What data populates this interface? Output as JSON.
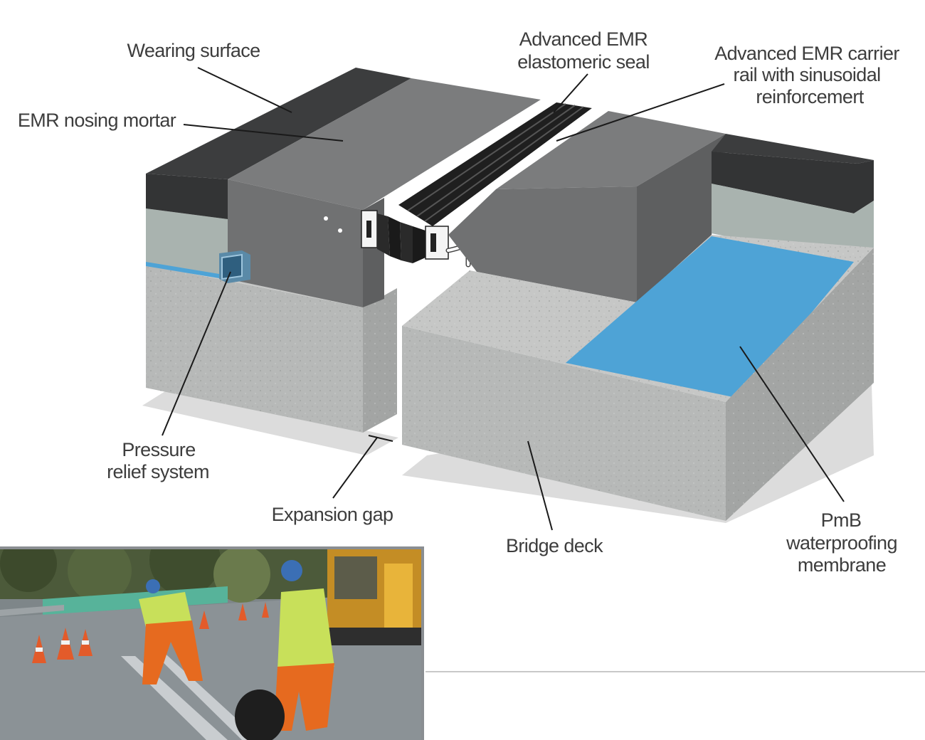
{
  "labels": {
    "wearing_surface": "Wearing surface",
    "nosing_mortar": "EMR nosing mortar",
    "seal_line1": "Advanced EMR",
    "seal_line2": "elastomeric seal",
    "rail_line1": "Advanced EMR carrier",
    "rail_line2": "rail with sinusoidal",
    "rail_line3": "reinforcemert",
    "pressure_line1": "Pressure",
    "pressure_line2": "relief system",
    "expansion_gap": "Expansion gap",
    "bridge_deck": "Bridge deck",
    "pmb_line1": "PmB",
    "pmb_line2": "waterproofing",
    "pmb_line3": "membrane"
  },
  "colors": {
    "concrete": "#b7b9b8",
    "concrete_dark": "#a3a5a4",
    "concrete_top": "#c6c7c6",
    "mortar": "#707172",
    "mortar_top": "#7b7c7d",
    "mortar_side": "#5e5f60",
    "wearing": "#3c3d3e",
    "wearing_side": "#333435",
    "base_course": "#a9b3af",
    "membrane": "#4ea3d6",
    "seal": "#1f1f1f",
    "rail": "#ffffff",
    "shadow": "#dcdcdc"
  }
}
